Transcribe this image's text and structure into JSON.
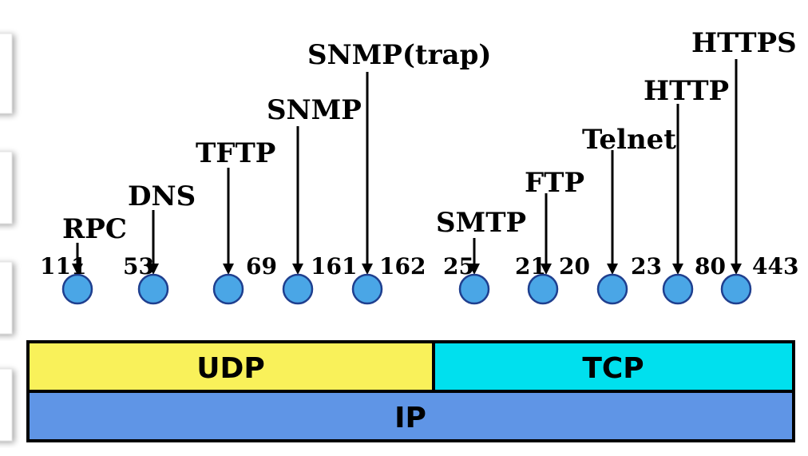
{
  "colors": {
    "udp_fill": "#f9f15a",
    "tcp_fill": "#00e0ee",
    "ip_fill": "#5f95e6",
    "port_circle_fill": "#4aa6e6",
    "port_circle_stroke": "#1f3f8f"
  },
  "udp_ports": [
    {
      "protocol": "RPC",
      "port": "111"
    },
    {
      "protocol": "DNS",
      "port": "53"
    },
    {
      "protocol": "TFTP",
      "port": "69"
    },
    {
      "protocol": "SNMP",
      "port": "161"
    },
    {
      "protocol": "SNMP(trap)",
      "port": "162"
    }
  ],
  "tcp_ports": [
    {
      "protocol": "SMTP",
      "port": "25"
    },
    {
      "protocol": "FTP",
      "ports": [
        "21",
        "20"
      ]
    },
    {
      "protocol": "Telnet",
      "port": "23"
    },
    {
      "protocol": "HTTP",
      "port": "80"
    },
    {
      "protocol": "HTTPS",
      "port": "443"
    }
  ],
  "layers": {
    "udp": "UDP",
    "tcp": "TCP",
    "ip": "IP"
  }
}
